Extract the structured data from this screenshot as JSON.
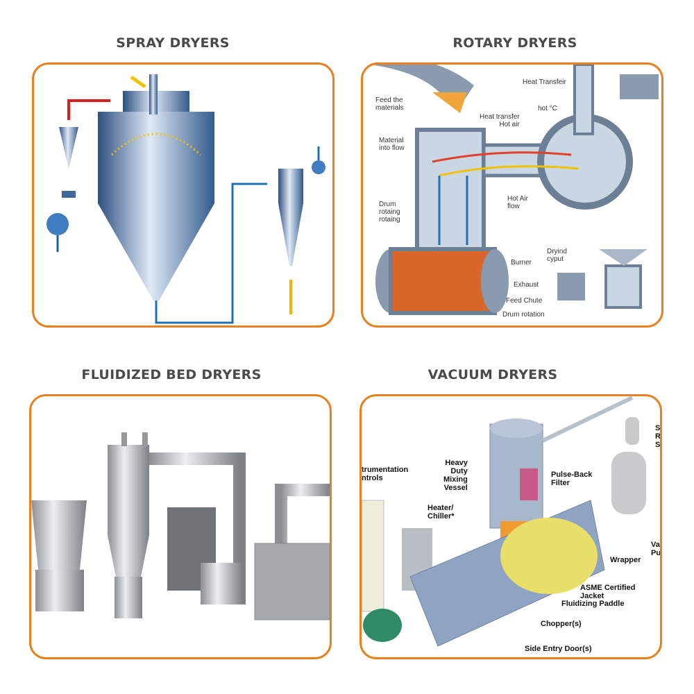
{
  "panels": [
    {
      "title": "SPRAY DRYERS"
    },
    {
      "title": "ROTARY DRYERS",
      "labels": [
        "Feed the\nmaterials",
        "Heat transfer\nHot air",
        "Material\ninto flow",
        "Drum\nrotaing\nrotaing",
        "Heat Transfeir",
        "hot °C",
        "Hot Air\nflow",
        "Burner",
        "Exhaust",
        "Feed Chute",
        "Drum rotation",
        "Dryind\ncyput"
      ]
    },
    {
      "title": "FLUIDIZED BED DRYERS"
    },
    {
      "title": "VACUUM DRYERS",
      "labels": [
        "trumentation\nntrols",
        "Heavy\nDuty\nMixing\nVessel",
        "Pulse-Back\nFilter",
        "Heater/\nChiller*",
        "Wrapper",
        "ASME Certified Jacket",
        "Fluidizing Paddle",
        "Chopper(s)",
        "Side Entry Door(s)",
        "So\nRe\nSy",
        "Va\nPu"
      ]
    }
  ],
  "colors": {
    "border": "#e8801f",
    "title": "#4a4a4a",
    "steel": "#6f8fb5",
    "hot": "#e2402a",
    "flow": "#1f6fb5"
  }
}
